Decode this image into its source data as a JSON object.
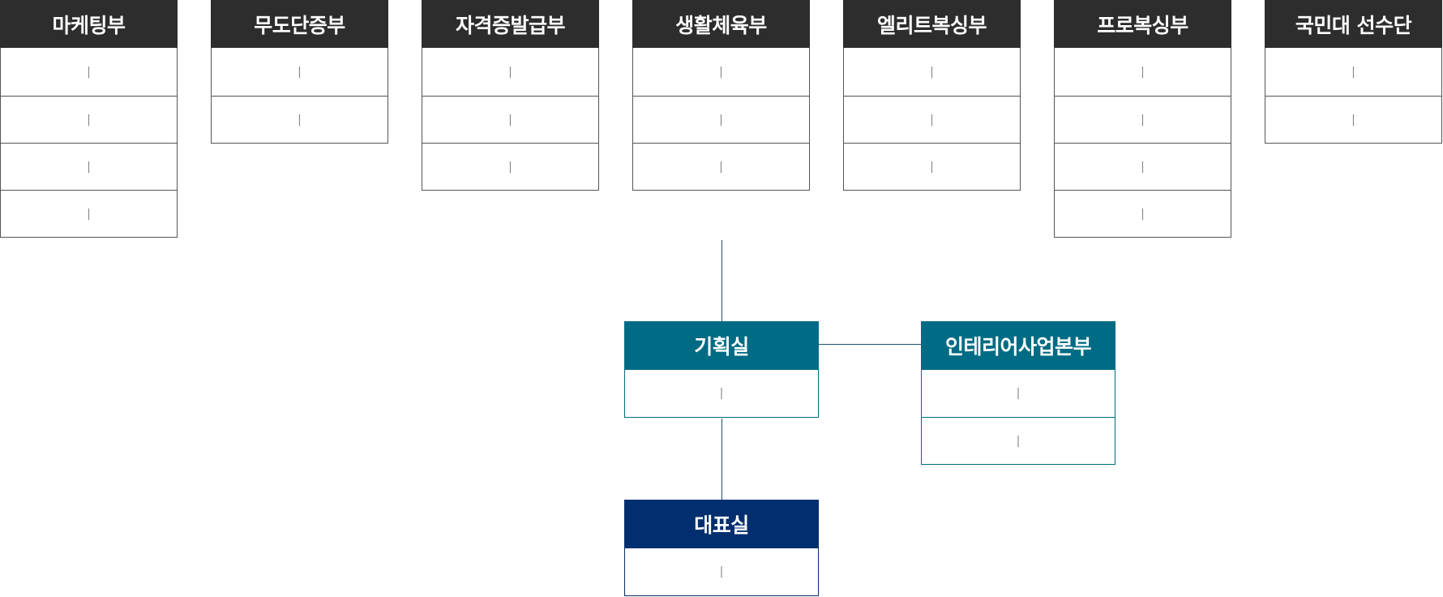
{
  "departments": [
    {
      "name": "마케팅부",
      "rows": [
        "|",
        "|",
        "|",
        "|"
      ]
    },
    {
      "name": "무도단증부",
      "rows": [
        "|",
        "|"
      ]
    },
    {
      "name": "자격증발급부",
      "rows": [
        "|",
        "|",
        "|"
      ]
    },
    {
      "name": "생활체육부",
      "rows": [
        "|",
        "|",
        "|"
      ]
    },
    {
      "name": "엘리트복싱부",
      "rows": [
        "|",
        "|",
        "|"
      ]
    },
    {
      "name": "프로복싱부",
      "rows": [
        "|",
        "|",
        "|",
        "|"
      ]
    },
    {
      "name": "국민대 선수단",
      "rows": [
        "|",
        "|"
      ]
    }
  ],
  "planning": {
    "name": "기획실",
    "rows": [
      "|"
    ]
  },
  "interior": {
    "name": "인테리어사업본부",
    "rows": [
      "|",
      "|"
    ]
  },
  "ceo": {
    "name": "대표실",
    "rows": [
      "|"
    ]
  },
  "colors": {
    "dept_header": "#2d2d2d",
    "planning": "#006b84",
    "interior": "#006b84",
    "ceo": "#002e6e",
    "connector": "#1f4f6e"
  }
}
